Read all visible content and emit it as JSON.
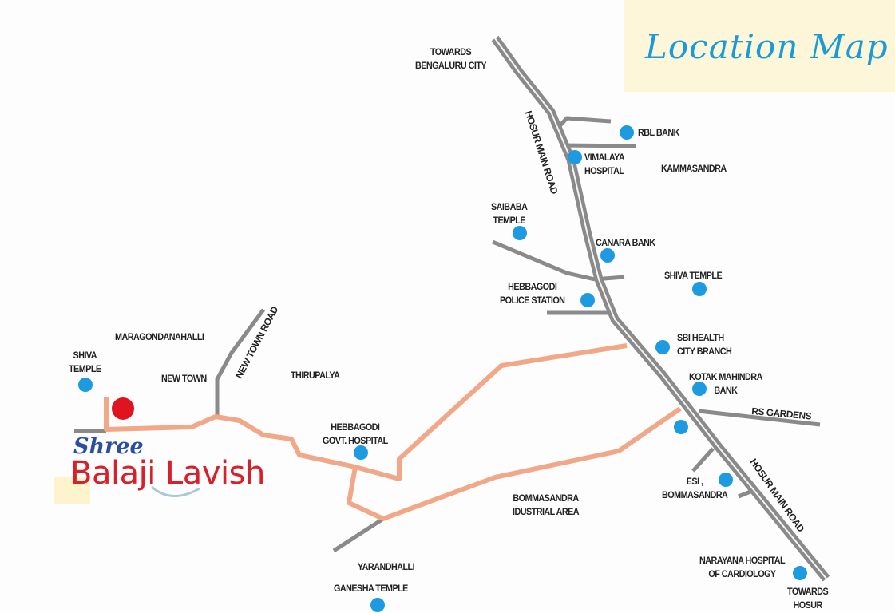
{
  "title": "Location Map",
  "brand": {
    "prefix": "Shree",
    "name": "Balaji Lavish"
  },
  "colors": {
    "road": "#8a8a8a",
    "route": "#f0a888",
    "landmark": "#1e9be0",
    "project": "#e0141e",
    "title": "#1b9ad8",
    "brand_red": "#d8202a",
    "brand_blue": "#2b4fa0"
  },
  "roads": {
    "hosur_main_road": "HOSUR MAIN ROAD",
    "new_town_road": "NEW TOWN ROAD",
    "rs_gardens": "RS GARDENS"
  },
  "directions": {
    "north": "TOWARDS\nBENGALURU CITY",
    "south": "TOWARDS\nHOSUR"
  },
  "areas": {
    "maragondanahalli": "MARAGONDANAHALLI",
    "new_town": "NEW TOWN",
    "thirupalya": "THIRUPALYA",
    "kammasandra": "KAMMASANDRA",
    "bommasandra": "BOMMASANDRA\nIDUSTRIAL AREA",
    "yarandhalli": "YARANDHALLI"
  },
  "landmarks": {
    "shiva_temple_west": "SHIVA\nTEMPLE",
    "rbl_bank": "RBL BANK",
    "vimalaya": "VIMALAYA\nHOSPITAL",
    "saibaba": "SAIBABA\nTEMPLE",
    "canara": "CANARA BANK",
    "police": "HEBBAGODI\nPOLICE STATION",
    "shiva_temple_east": "SHIVA TEMPLE",
    "sbi": "SBI HEALTH\nCITY BRANCH",
    "kotak": "KOTAK MAHINDRA\nBANK",
    "esi": "ESI ,\nBOMMASANDRA",
    "narayana": "NARAYANA HOSPITAL\nOF CARDIOLOGY",
    "govt_hospital": "HEBBAGODI\nGOVT. HOSPITAL",
    "ganesha": "GANESHA  TEMPLE"
  }
}
